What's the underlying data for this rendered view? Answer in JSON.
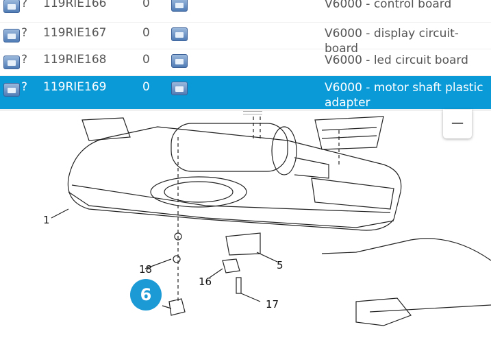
{
  "parts_table": {
    "rows": [
      {
        "status": "?",
        "code": "119RIE166",
        "qty": "0",
        "description": "V6000 - control board",
        "selected": false
      },
      {
        "status": "?",
        "code": "119RIE167",
        "qty": "0",
        "description": "V6000 - display circuit-board",
        "selected": false
      },
      {
        "status": "?",
        "code": "119RIE168",
        "qty": "0",
        "description": "V6000 - led circuit board",
        "selected": false
      },
      {
        "status": "?",
        "code": "119RIE169",
        "qty": "0",
        "description": "V6000 - motor shaft plastic adapter",
        "selected": true
      }
    ],
    "selected_color": "#0a9ad8"
  },
  "diagram": {
    "zoom_out_label": "−",
    "selected_badge": "6",
    "labels": {
      "l1": "1",
      "l5": "5",
      "l16": "16",
      "l17": "17",
      "l18": "18"
    },
    "badge_color": "#1b9ad6"
  }
}
